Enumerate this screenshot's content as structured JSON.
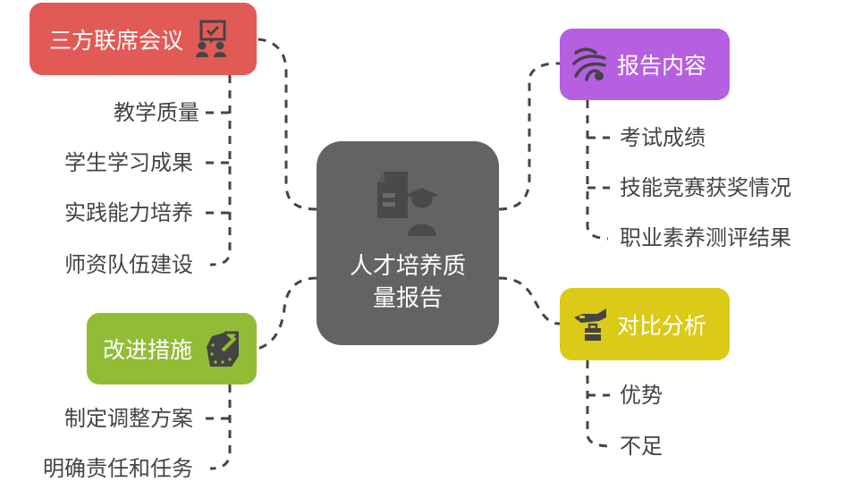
{
  "center": {
    "title": "人才培养质量报告",
    "icon": "document-graduate-icon",
    "color": "#636363"
  },
  "branches": [
    {
      "id": "meeting",
      "label": "三方联席会议",
      "icon": "meeting-icon",
      "color": "#E25A56",
      "children": [
        "教学质量",
        "学生学习成果",
        "实践能力培养",
        "师资队伍建设"
      ]
    },
    {
      "id": "improve",
      "label": "改进措施",
      "icon": "edit-note-icon",
      "color": "#92BC36",
      "children": [
        "制定调整方案",
        "明确责任和任务"
      ]
    },
    {
      "id": "content",
      "label": "报告内容",
      "icon": "wind-swirl-icon",
      "color": "#B65FE0",
      "children": [
        "考试成绩",
        "技能竞赛获奖情况",
        "职业素养测评结果"
      ]
    },
    {
      "id": "compare",
      "label": "对比分析",
      "icon": "plane-briefcase-icon",
      "color": "#DCCA18",
      "children": [
        "优势",
        "不足"
      ]
    }
  ],
  "colors": {
    "connector": "#444444",
    "leaf_text": "#444444"
  }
}
